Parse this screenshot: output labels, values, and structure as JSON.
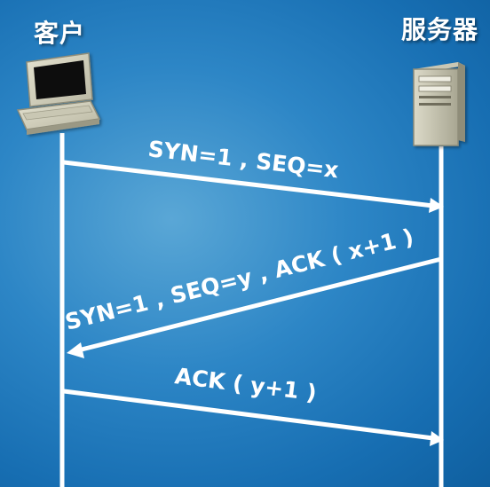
{
  "client": {
    "label": "客户",
    "icon": "desktop-computer-icon"
  },
  "server": {
    "label": "服务器",
    "icon": "server-tower-icon"
  },
  "messages": [
    {
      "text": "SYN=1 , SEQ=x",
      "direction": "client-to-server"
    },
    {
      "text": "SYN=1 , SEQ=y , ACK ( x+1 )",
      "direction": "server-to-client"
    },
    {
      "text": "ACK ( y+1 )",
      "direction": "client-to-server"
    }
  ],
  "colors": {
    "background": "#2d86c6",
    "lines": "#ffffff",
    "text": "#ffffff"
  }
}
